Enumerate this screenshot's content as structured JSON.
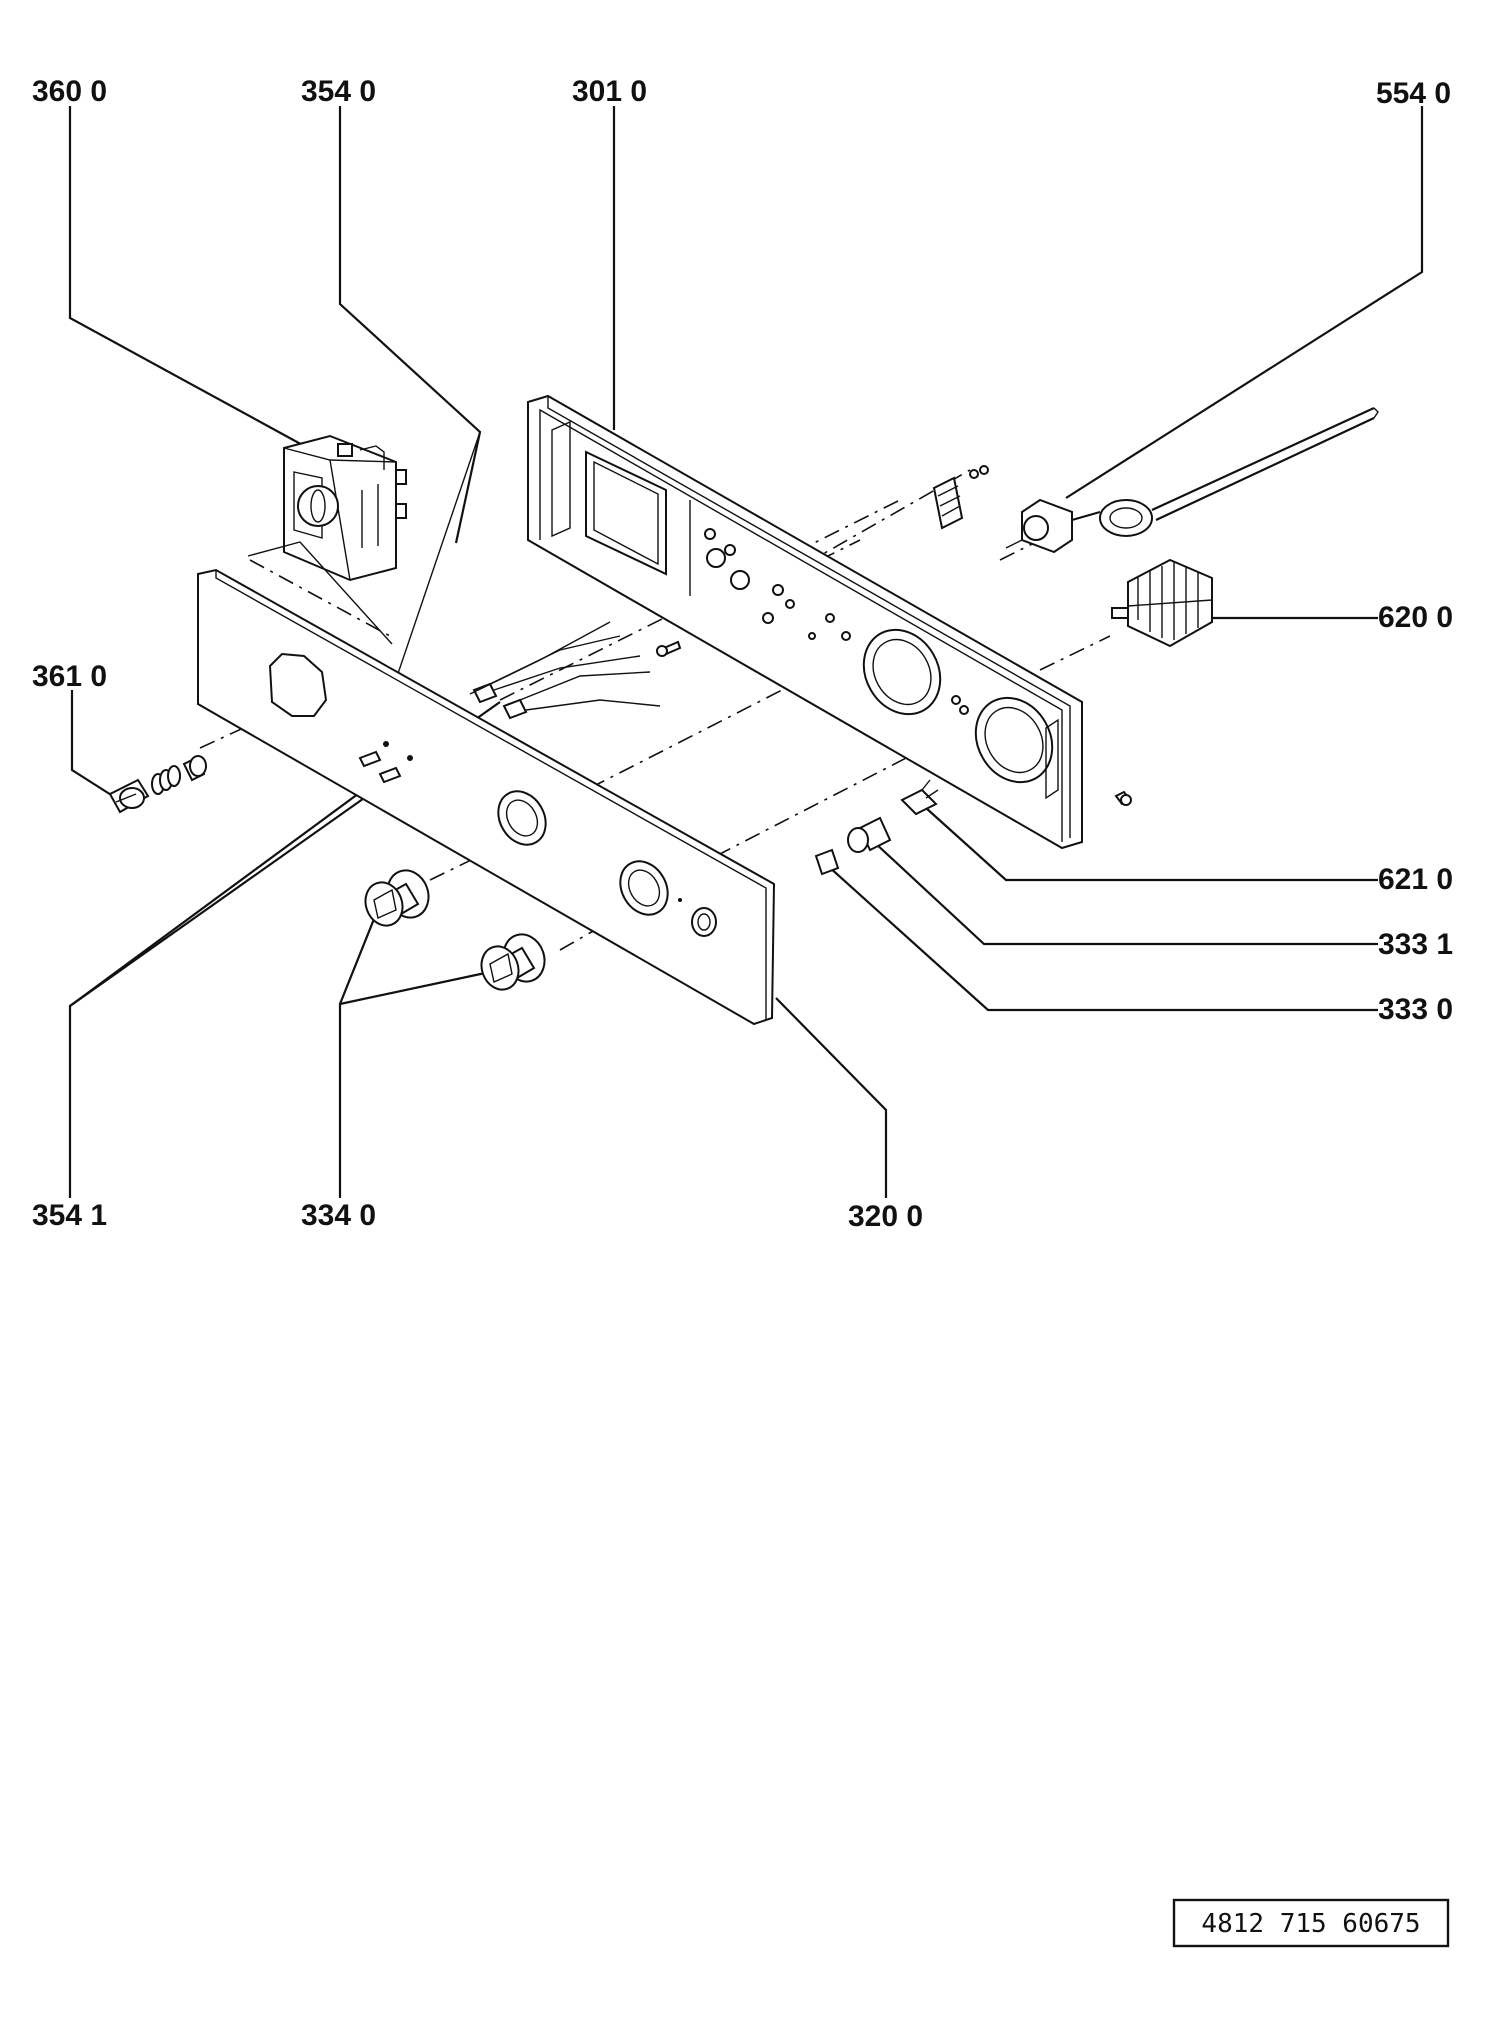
{
  "callouts": {
    "c3600": "360 0",
    "c3540": "354 0",
    "c3010": "301 0",
    "c5540": "554 0",
    "c3610": "361 0",
    "c6200": "620 0",
    "c6210": "621 0",
    "c3331": "333 1",
    "c3330": "333 0",
    "c3541": "354 1",
    "c3340": "334 0",
    "c3200": "320 0"
  },
  "document_number": "4812 715 60675"
}
